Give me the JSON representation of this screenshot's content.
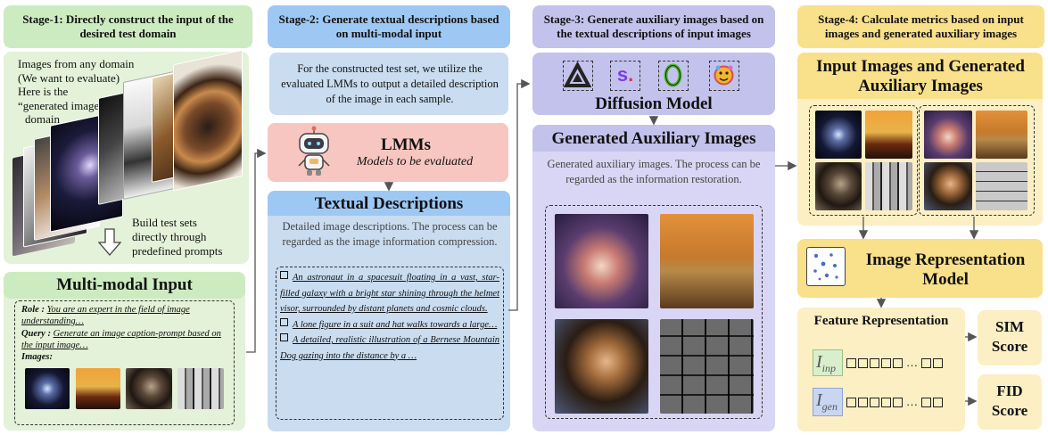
{
  "stage1": {
    "title": "Stage-1: Directly construct the input of the desired test domain",
    "intro": [
      "Images from any domain",
      "(We want to evaluate)",
      "Here is the",
      "“generated images”",
      " domain"
    ],
    "build": [
      "Build test sets",
      "directly through",
      "predefined prompts"
    ]
  },
  "multimodal": {
    "title": "Multi-modal Input",
    "role_label": "Role :",
    "role_text": "You are an expert in the field of image understanding…",
    "query_label": "Query :",
    "query_text": "Generate an image caption-prompt based on the input image…",
    "images_label": "Images:"
  },
  "stage2": {
    "title": "Stage-2: Generate textual descriptions based on multi-modal input",
    "desc": "For the constructed test set, we utilize the evaluated LMMs to output a detailed description of the image in each sample.",
    "lmm_title": "LMMs",
    "lmm_subtitle": "Models to be evaluated",
    "textual_title": "Textual Descriptions",
    "textual_desc": "Detailed image descriptions. The process can be regarded as the image information compression.",
    "items": [
      "An astronaut in a spacesuit floating in a vast, star-filled galaxy with a bright star shining through the helmet visor, surrounded by distant planets and cosmic clouds.",
      "A lone figure in a suit and hat walks towards a large…",
      "A detailed, realistic illustration of a Bernese Mountain Dog gazing into the distance by a …"
    ]
  },
  "stage3": {
    "title": "Stage-3: Generate auxiliary images based on the textual descriptions of input images",
    "diffusion_title": "Diffusion Model",
    "model_icons": [
      "triangle-logo-icon",
      "s-logo-icon",
      "ring-logo-icon",
      "face-logo-icon"
    ],
    "generated_title": "Generated Auxiliary Images",
    "generated_desc": "Generated auxiliary images. The process can be regarded as the information restoration."
  },
  "stage4": {
    "title": "Stage-4: Calculate metrics based on input images and generated auxiliary images",
    "input_gen_title": "Input Images and Generated Auxiliary Images",
    "repr_title": "Image Representation Model",
    "feature_title": "Feature Representation",
    "i_inp": "I",
    "i_inp_sub": "inp",
    "i_gen": "I",
    "i_gen_sub": "gen",
    "ellipsis": "…",
    "sim_score": "SIM Score",
    "fid_score": "FID Score"
  },
  "colors": {
    "green": "#e3f2d8",
    "green_hdr": "#cdebc0",
    "blue_hdr": "#9ec8f4",
    "blue": "#c9dcf0",
    "pink": "#f8c6c0",
    "purple": "#c3c2ec",
    "purple_light": "#d8d6f4",
    "yellow": "#fcefc4",
    "yellow_hdr": "#f9e08a"
  }
}
